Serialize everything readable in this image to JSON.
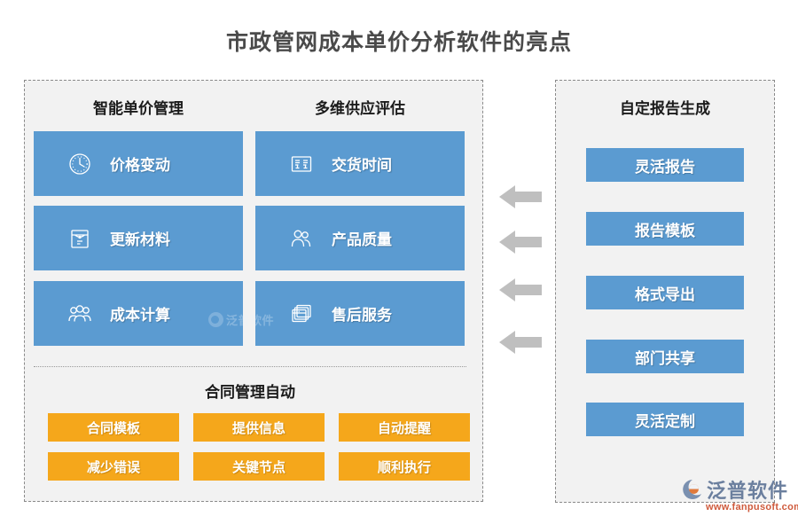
{
  "title": "市政管网成本单价分析软件的亮点",
  "colors": {
    "card_blue": "#5B9BD1",
    "chip_orange": "#F5A71B",
    "panel_bg": "#F2F2F2",
    "panel_border": "#8A8A8A",
    "title_text": "#4A4A4A",
    "arrow_gray": "#BFBFBF"
  },
  "left_panel": {
    "columns": [
      {
        "header": "智能单价管理",
        "cards": [
          {
            "label": "价格变动",
            "icon": "clock-icon"
          },
          {
            "label": "更新材料",
            "icon": "envelope-document-icon"
          },
          {
            "label": "成本计算",
            "icon": "people-group-icon"
          }
        ]
      },
      {
        "header": "多维供应评估",
        "cards": [
          {
            "label": "交货时间",
            "icon": "board-list-icon"
          },
          {
            "label": "产品质量",
            "icon": "two-people-icon"
          },
          {
            "label": "售后服务",
            "icon": "stacked-windows-icon"
          }
        ]
      }
    ],
    "contract": {
      "header": "合同管理自动",
      "chips": [
        "合同模板",
        "提供信息",
        "自动提醒",
        "减少错误",
        "关键节点",
        "顺利执行"
      ]
    }
  },
  "arrows": [
    {
      "name": "arrow-left-1",
      "direction": "left"
    },
    {
      "name": "arrow-left-2",
      "direction": "left"
    },
    {
      "name": "arrow-left-3",
      "direction": "left"
    },
    {
      "name": "arrow-left-4",
      "direction": "left"
    }
  ],
  "right_panel": {
    "header": "自定报告生成",
    "buttons": [
      "灵活报告",
      "报告模板",
      "格式导出",
      "部门共享",
      "灵活定制"
    ]
  },
  "watermark": {
    "center_text": "泛普软件",
    "brand_name": "泛普软件",
    "brand_url": "www.fanpusoft.com"
  }
}
